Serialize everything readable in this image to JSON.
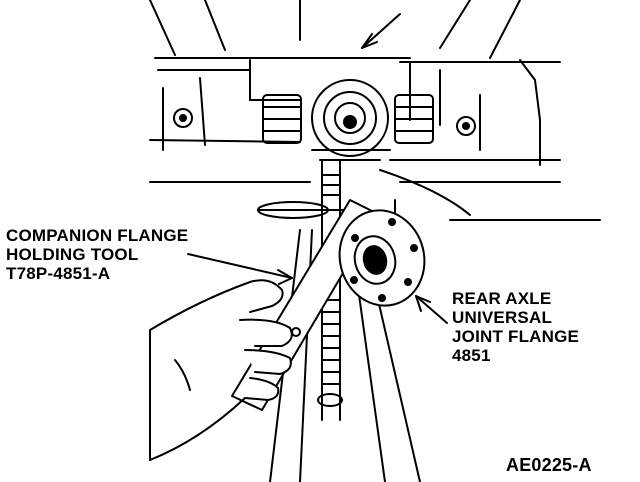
{
  "figure": {
    "code": "AE0225-A"
  },
  "labels": {
    "tool": [
      "COMPANION FLANGE",
      "HOLDING TOOL",
      "T78P-4851-A"
    ],
    "flange": [
      "REAR AXLE",
      "UNIVERSAL",
      "JOINT FLANGE",
      "4851"
    ]
  },
  "colors": {
    "ink": "#000000",
    "paper": "#ffffff"
  }
}
